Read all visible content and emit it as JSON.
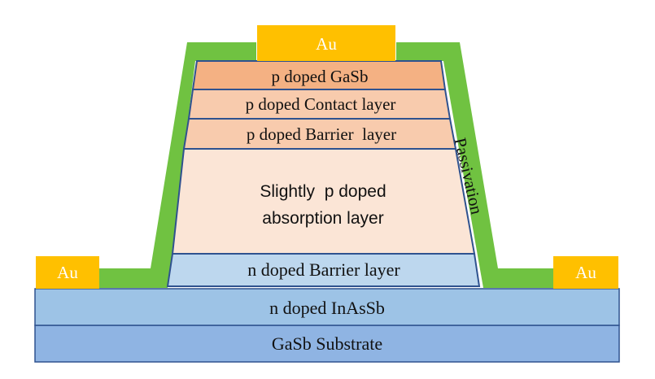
{
  "diagram": {
    "layers": {
      "substrate": "GaSb Substrate",
      "n_inassb": "n doped InAsSb",
      "n_barrier": "n doped Barrier layer",
      "absorption_line1": "Slightly  p doped",
      "absorption_line2": "absorption layer",
      "p_barrier": "p doped Barrier  layer",
      "p_contact": "p doped Contact layer",
      "p_gasb": "p doped GaSb"
    },
    "contacts": {
      "top": "Au",
      "left": "Au",
      "right": "Au"
    },
    "passivation_label": "Passivation",
    "colors": {
      "substrate": "#8fb4e3",
      "inassb": "#9dc3e6",
      "n_barrier": "#bdd7ee",
      "absorption": "#fbe5d6",
      "p_layers": "#f8cbad",
      "p_gasb": "#f4b183",
      "passivation": "#70c241",
      "gold": "#ffc000",
      "outline": "#2f528f"
    }
  }
}
